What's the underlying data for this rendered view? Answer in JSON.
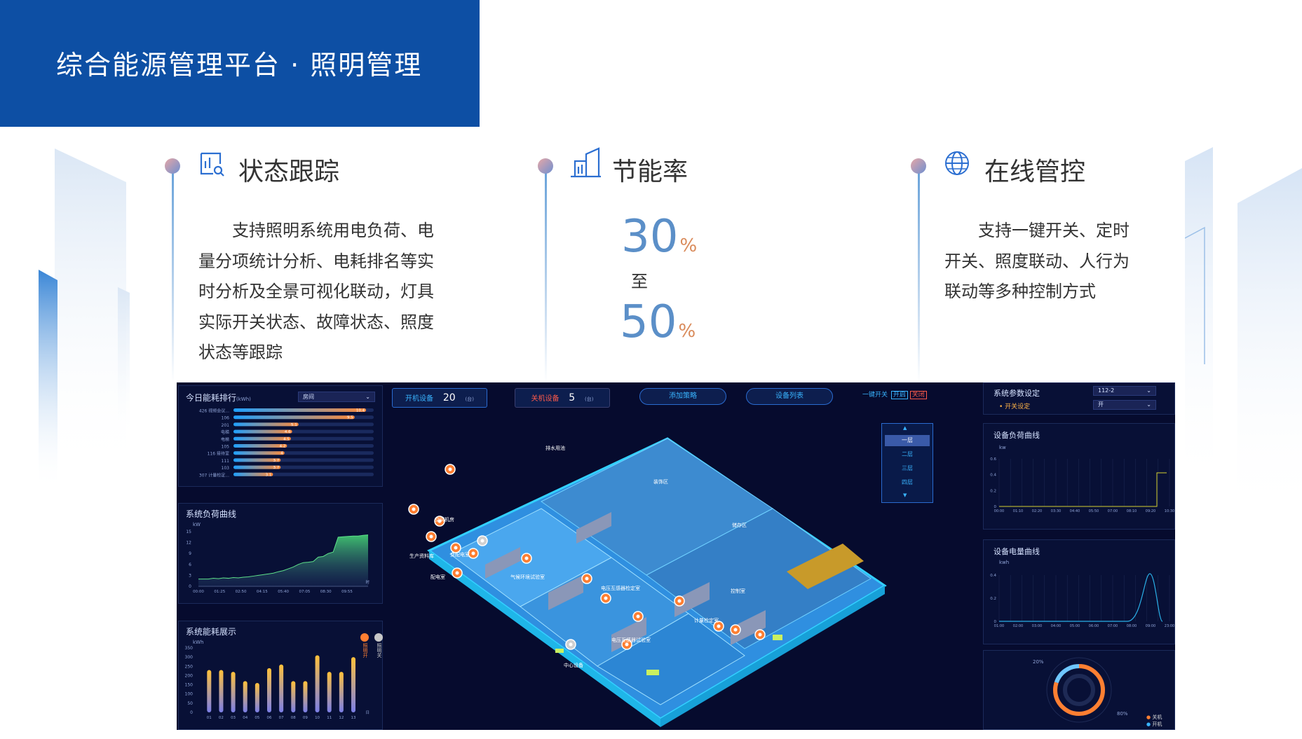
{
  "header": {
    "title": "综合能源管理平台 · 照明管理"
  },
  "features": [
    {
      "title": "状态跟踪",
      "icon": "chart-search-icon",
      "desc_lines": [
        "支持照明系统用电负荷、电",
        "量分项统计分析、电耗排名等实",
        "时分析及全景可视化联动，灯具",
        "实际开关状态、故障状态、照度",
        "状态等跟踪"
      ]
    },
    {
      "title": "节能率",
      "icon": "building-chart-icon",
      "from_value": "30",
      "to_label": "至",
      "to_value": "50",
      "unit": "%"
    },
    {
      "title": "在线管控",
      "icon": "globe-icon",
      "desc_lines": [
        "支持一键开关、定时",
        "开关、照度联动、人行为",
        "联动等多种控制方式"
      ]
    }
  ],
  "dashboard": {
    "ranking": {
      "title": "今日能耗排行",
      "unit": "(kWh)",
      "select_value": "房间",
      "rows": [
        {
          "name": "426 视频会议...",
          "value": 10.4
        },
        {
          "name": "106",
          "value": 9.5
        },
        {
          "name": "201",
          "value": 5.1
        },
        {
          "name": "电梯",
          "value": 4.6
        },
        {
          "name": "电梯",
          "value": 4.5
        },
        {
          "name": "105",
          "value": 4.2
        },
        {
          "name": "116 接待室",
          "value": 4
        },
        {
          "name": "111",
          "value": 3.7
        },
        {
          "name": "103",
          "value": 3.7
        },
        {
          "name": "307 计量检定...",
          "value": 3.1
        }
      ]
    },
    "load_curve": {
      "title": "系统负荷曲线",
      "unit": "kW",
      "y_ticks": [
        "15",
        "12",
        "9",
        "6",
        "3",
        "0"
      ],
      "x_ticks": [
        "00:00",
        "01:25",
        "02:50",
        "04:15",
        "05:40",
        "07:05",
        "08:30",
        "09:55"
      ],
      "x_end": "时",
      "values": [
        2,
        2,
        2,
        2.2,
        2.1,
        2.3,
        2.2,
        2.4,
        2.3,
        2.5,
        2.6,
        2.8,
        3,
        3.2,
        3.4,
        3.6,
        4,
        4.3,
        4.8,
        5.3,
        6,
        6.5,
        6.6,
        6.8,
        8,
        8.2,
        9,
        9.4,
        13.5,
        13.6,
        13.7,
        13.8,
        13.8,
        14,
        14.1
      ]
    },
    "energy_bars": {
      "title": "系统能耗展示",
      "unit": "kWh",
      "y_ticks": [
        "350",
        "300",
        "250",
        "200",
        "150",
        "100",
        "50",
        "0"
      ],
      "categories": [
        "01",
        "02",
        "03",
        "04",
        "05",
        "06",
        "07",
        "08",
        "09",
        "10",
        "11",
        "12",
        "13"
      ],
      "values": [
        230,
        230,
        220,
        170,
        160,
        240,
        260,
        170,
        170,
        310,
        220,
        220,
        300
      ],
      "x_end": "日",
      "ylim": [
        0,
        350
      ]
    },
    "top": {
      "on_label": "开机设备",
      "on_count": "20",
      "on_unit": "(台)",
      "off_label": "关机设备",
      "off_count": "5",
      "off_unit": "(台)",
      "add_strategy": "添加策略",
      "device_list": "设备列表",
      "onekey_label": "一键开关",
      "open_label": "开启",
      "close_label": "关闭"
    },
    "floors": [
      "一层",
      "二层",
      "三层",
      "四层"
    ],
    "legend": {
      "open_label": "照明开",
      "close_label": "照明关"
    },
    "params": {
      "title": "系统参数设定",
      "sub_label": "开关设定",
      "select1": "112-2",
      "select2": "开"
    },
    "device_load": {
      "title": "设备负荷曲线",
      "unit": "kw",
      "y_ticks": [
        "0.6",
        "0.4",
        "0.2",
        "0"
      ],
      "x_ticks": [
        "00:00",
        "01:10",
        "02:20",
        "03:30",
        "04:40",
        "05:50",
        "07:00",
        "08:10",
        "09:20",
        "10:30"
      ]
    },
    "device_energy": {
      "title": "设备电量曲线",
      "unit": "kwh",
      "y_ticks": [
        "0.4",
        "0.2",
        "0"
      ],
      "x_ticks": [
        "01:00",
        "02:00",
        "03:00",
        "04:00",
        "05:00",
        "06:00",
        "07:00",
        "08:00",
        "09:00",
        "23:00"
      ]
    },
    "donut": {
      "off_pct": "20%",
      "on_pct": "80%",
      "off_label": "关机",
      "on_label": "开机",
      "off_fraction": 0.2,
      "on_fraction": 0.8
    },
    "map_labels": [
      "排水用池",
      "装饰区",
      "储存区",
      "空调机房",
      "变配电室",
      "生产资料库",
      "配电室",
      "气候环境试验室",
      "电压互感器检定室",
      "计量检定室",
      "电压互感器试验室",
      "控制室",
      "中心设备"
    ],
    "colors": {
      "accent": "#39b4ff",
      "orange": "#ff7f32",
      "bg": "#060b2e"
    }
  }
}
